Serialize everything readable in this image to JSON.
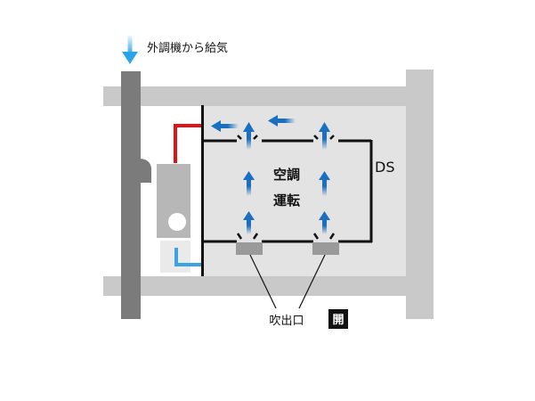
{
  "labels": {
    "outside_air": "外調機から給気",
    "ds": "DS",
    "ac_line1": "空調",
    "ac_line2": "運転",
    "outlet": "吹出口",
    "open_badge": "開"
  },
  "colors": {
    "air_blue": "#1a6fc1",
    "supply_red": "#e01414",
    "pipe_light_blue": "#39a3e3",
    "outside_arrow": "#2aa3e8",
    "wall_gray": "#c9c9c9",
    "room_gray": "#e3e3e3",
    "duct_gray": "#7b7b7b",
    "outlet_gray": "#9a9a9a",
    "unit_gray": "#b7b7b7",
    "badge_bg": "#111111"
  }
}
